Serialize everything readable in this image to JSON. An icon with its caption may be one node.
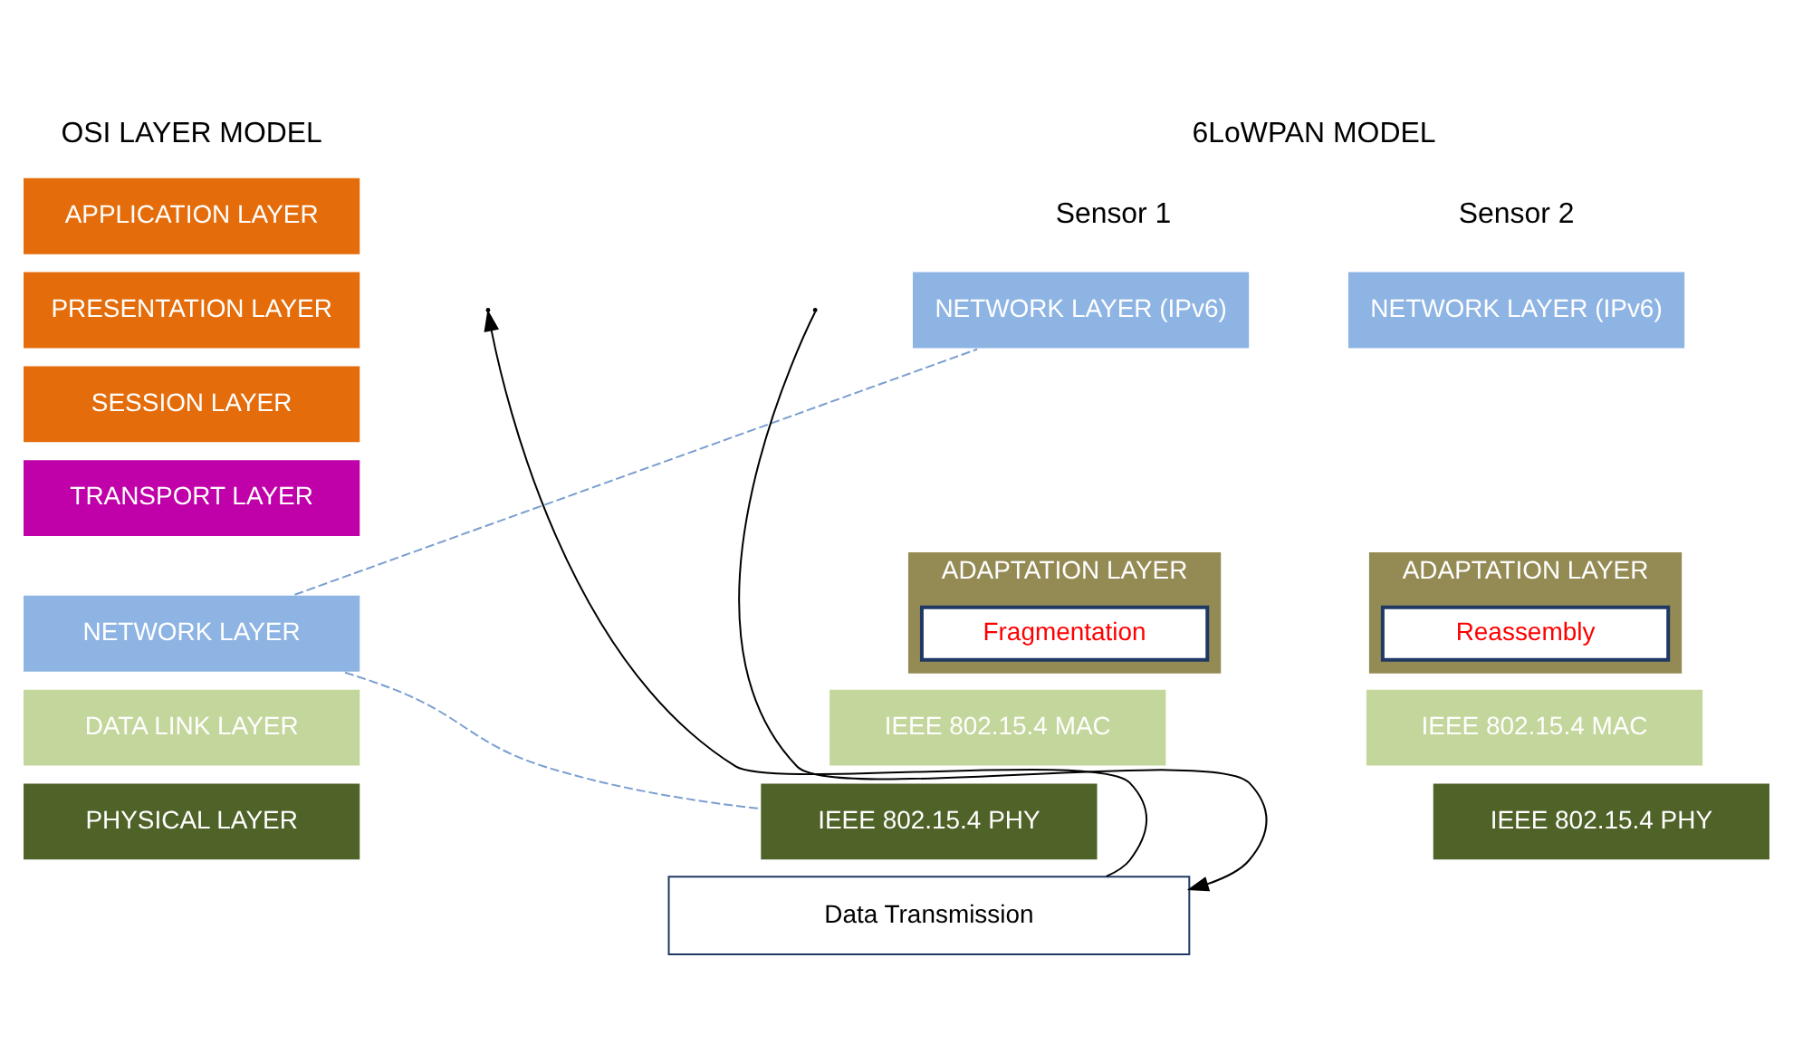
{
  "diagram": {
    "nodes": [
      {
        "text": [
          "APPLICATION LAYER"
        ]
      },
      {
        "text": [
          "PRESENTATION LAYER"
        ]
      },
      {
        "text": [
          "SESSION LAYER"
        ]
      },
      {
        "text": [
          "TRANSPORT LAYER"
        ]
      },
      {
        "text": [
          "NETWORK LAYER"
        ]
      },
      {
        "text": [
          "DATA LINK LAYER"
        ]
      },
      {
        "text": [
          "PHYSICAL LAYER"
        ]
      },
      {
        "text": [
          "NETWORK LAYER (IPv6)"
        ]
      },
      {
        "text": [
          "ADAPTATION LAYER"
        ]
      },
      {
        "text": [
          "Fragmentation"
        ],
        "in": 8
      },
      {
        "text": [
          "IEEE 802.15.4 MAC"
        ]
      },
      {
        "text": [
          "IEEE 802.15.4 PHY"
        ]
      },
      {
        "text": [
          "NETWORK LAYER (IPv6)"
        ]
      },
      {
        "text": [
          "ADAPTATION LAYER"
        ]
      },
      {
        "text": [
          "Reassembly"
        ],
        "in": 13
      },
      {
        "text": [
          "IEEE 802.15.4 MAC"
        ]
      },
      {
        "text": [
          "IEEE 802.15.4 PHY"
        ]
      },
      {
        "text": [
          "Data Transmission"
        ]
      }
    ],
    "edges": [
      {
        "from": 4,
        "to": 7,
        "arrow": "none",
        "style": "dashed",
        "color": "#7b9fd0"
      },
      {
        "from": 4,
        "to": 11,
        "arrow": "none",
        "style": "dashed",
        "color": "#7b9fd0"
      },
      {
        "from": null,
        "to": 17,
        "arrow": "to",
        "color": "#000000"
      },
      {
        "from": 17,
        "to": null,
        "arrow": "to",
        "color": "#000000"
      }
    ],
    "labels": [
      "OSI LAYER MODEL",
      "6LoWPAN MODEL",
      "Sensor 1",
      "Sensor 2"
    ]
  }
}
